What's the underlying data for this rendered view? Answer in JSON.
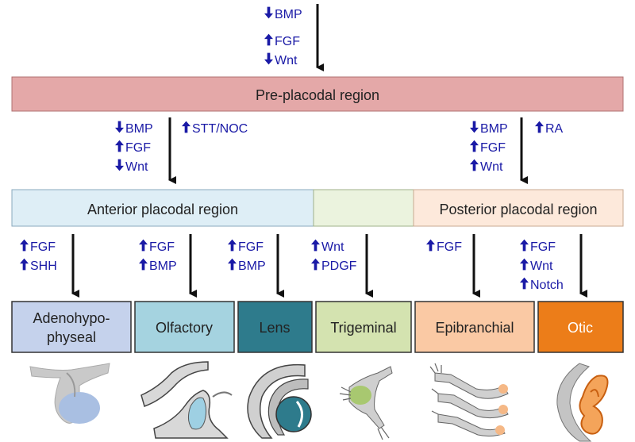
{
  "top_signals": [
    "BMP",
    "FGF",
    "Wnt"
  ],
  "top_directions": [
    "down",
    "up",
    "down"
  ],
  "preplacodal": {
    "label": "Pre-placodal region"
  },
  "anterior_signals": [
    "BMP",
    "FGF",
    "Wnt"
  ],
  "anterior_directions": [
    "down",
    "up",
    "down"
  ],
  "anterior_extra": "STT/NOC",
  "posterior_signals": [
    "BMP",
    "FGF",
    "Wnt"
  ],
  "posterior_directions": [
    "down",
    "up",
    "up"
  ],
  "posterior_extra": "RA",
  "anterior_region": {
    "label": "Anterior placodal region"
  },
  "posterior_region": {
    "label": "Posterior placodal region"
  },
  "placodes": [
    {
      "label_line1": "Adenohypo-",
      "label_line2": "physeal",
      "signals": [
        "FGF",
        "SHH"
      ],
      "color": "#c5d2ec"
    },
    {
      "label": "Olfactory",
      "signals": [
        "FGF",
        "BMP"
      ],
      "color": "#a5d3e0"
    },
    {
      "label": "Lens",
      "signals": [
        "FGF",
        "BMP"
      ],
      "color": "#2e7b8c"
    },
    {
      "label": "Trigeminal",
      "signals": [
        "Wnt",
        "PDGF"
      ],
      "color": "#d4e3b0"
    },
    {
      "label": "Epibranchial",
      "signals": [
        "FGF"
      ],
      "color": "#fac9a4"
    },
    {
      "label": "Otic",
      "signals": [
        "FGF",
        "Wnt",
        "Notch"
      ],
      "color": "#ec7d19"
    }
  ],
  "colors": {
    "preplacodal": "#e4a8a8",
    "anterior": "#deeef6",
    "middle": "#ebf3de",
    "posterior": "#fde9db",
    "signal": "#1a1aa6"
  }
}
